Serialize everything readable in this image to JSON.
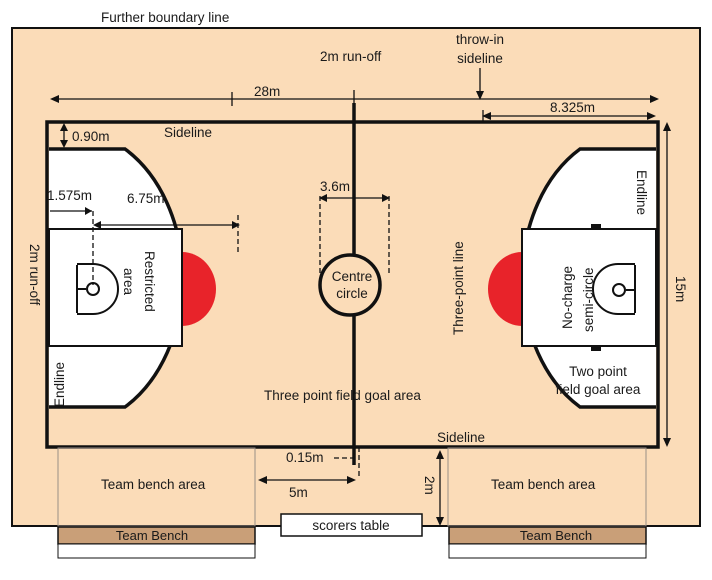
{
  "colors": {
    "floor": "#fbdcb8",
    "court_line": "#111111",
    "two_point_area": "#ffffff",
    "restricted_area_fill": "#e8232a",
    "team_bench": "#c99f78"
  },
  "labels": {
    "further_boundary_line": "Further boundary line",
    "run_off_top": "2m run-off",
    "throw_in_sideline_1": "throw-in",
    "throw_in_sideline_2": "sideline",
    "length_28m": "28m",
    "dist_8325m": "8.325m",
    "dist_090m": "0.90m",
    "sideline_top": "Sideline",
    "dist_1575m": "1.575m",
    "dist_675m": "6.75m",
    "dist_36m": "3.6m",
    "endline_right": "Endline",
    "width_15m": "15m",
    "run_off_left": "2m run-off",
    "restricted_area_1": "Restricted",
    "restricted_area_2": "area",
    "centre_circle_1": "Centre",
    "centre_circle_2": "circle",
    "three_point_line": "Three-point line",
    "no_charge_1": "No-charge",
    "no_charge_2": "semi-circle",
    "two_point_1": "Two point",
    "two_point_2": "field goal area",
    "endline_left": "Endline",
    "three_point_area": "Three point field goal area",
    "sideline_bottom": "Sideline",
    "dist_015m": "0.15m",
    "team_bench_area_left": "Team bench area",
    "team_bench_area_right": "Team bench area",
    "dist_5m": "5m",
    "dist_2m": "2m",
    "scorers_table": "scorers table",
    "team_bench_left": "Team Bench",
    "team_bench_right": "Team Bench"
  }
}
